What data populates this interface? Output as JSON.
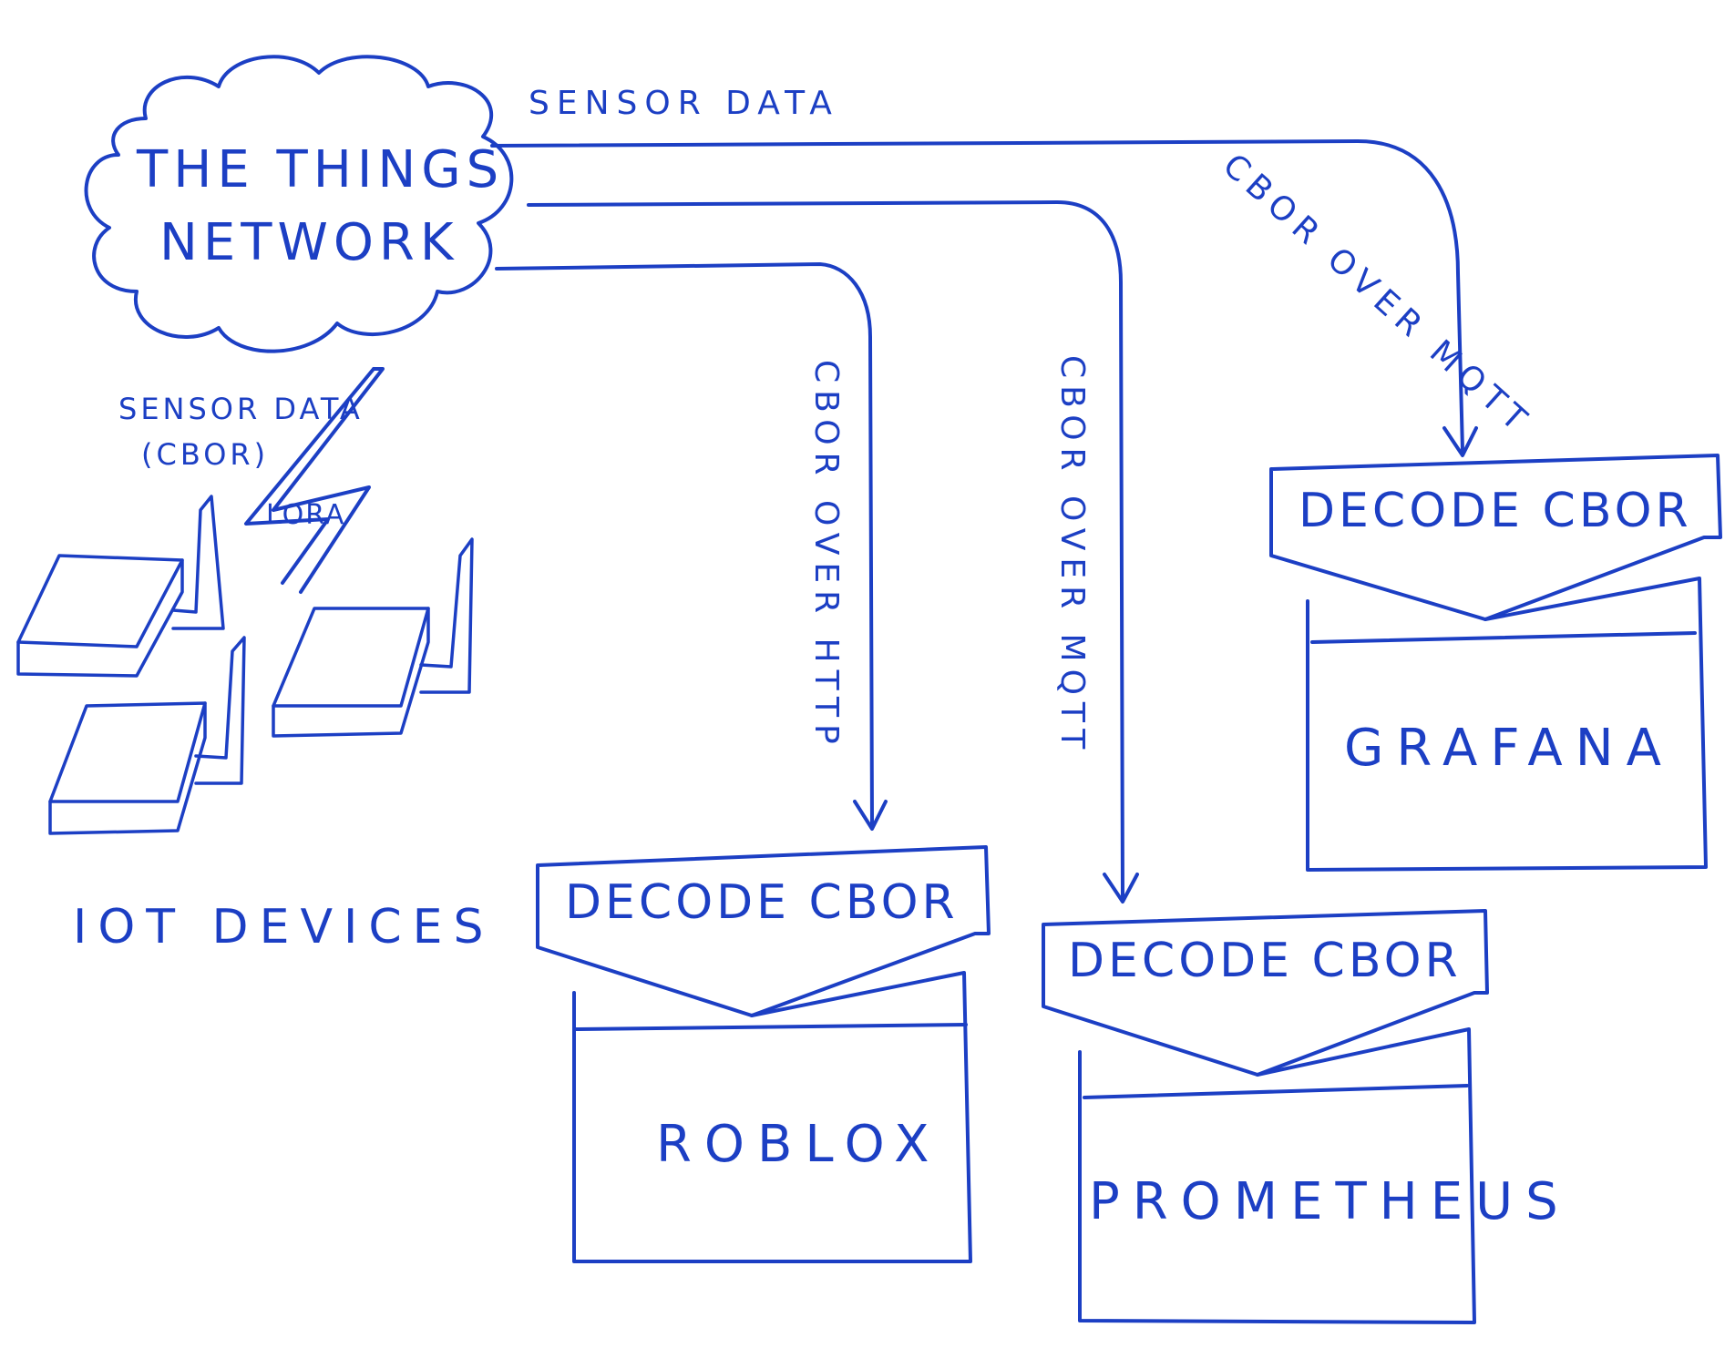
{
  "diagram": {
    "ink_color": "#1c3fc4",
    "cloud": {
      "line1": "THE THINGS",
      "line2": "NETWORK"
    },
    "top_label": "SENSOR DATA",
    "uplink": {
      "label_line1": "SENSOR DATA",
      "label_line2": "(CBOR)",
      "radio": "LORA"
    },
    "devices_label": "IOT DEVICES",
    "routes": {
      "grafana_protocol": "CBOR OVER MQTT",
      "prometheus_protocol": "CBOR OVER MQTT",
      "roblox_protocol": "CBOR OVER HTTP"
    },
    "decoders": {
      "grafana": "DECODE CBOR",
      "prometheus": "DECODE CBOR",
      "roblox": "DECODE CBOR"
    },
    "apps": {
      "grafana": "GRAFANA",
      "prometheus": "PROMETHEUS",
      "roblox": "ROBLOX"
    }
  }
}
